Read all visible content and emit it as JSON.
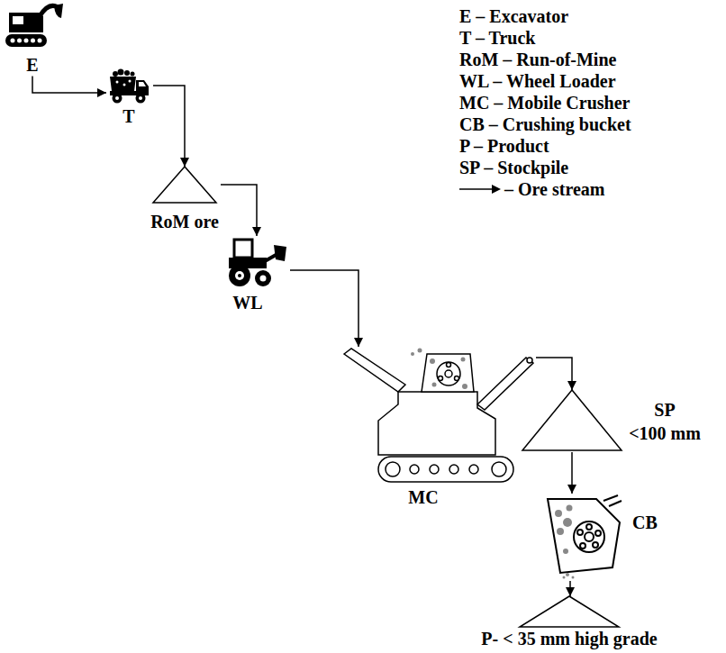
{
  "diagram": {
    "nodes": [
      {
        "text": [
          "E"
        ]
      },
      {
        "text": [
          "T"
        ]
      },
      {
        "text": [
          "RoM ore"
        ]
      },
      {
        "text": [
          "WL"
        ]
      },
      {
        "text": [
          "MC"
        ]
      },
      {
        "text": [
          "SP",
          "<100 mm"
        ]
      },
      {
        "text": [
          "CB"
        ]
      },
      {
        "text": [
          "P- < 35 mm high grade"
        ]
      }
    ],
    "edges": [
      {
        "from": 0,
        "to": 1,
        "arrow": "to"
      },
      {
        "from": 1,
        "to": 2,
        "arrow": "to"
      },
      {
        "from": 2,
        "to": 3,
        "arrow": "to"
      },
      {
        "from": 3,
        "to": 4,
        "arrow": "to"
      },
      {
        "from": 4,
        "to": 5,
        "arrow": "to"
      },
      {
        "from": 5,
        "to": 6,
        "arrow": "to"
      },
      {
        "from": 6,
        "to": 7,
        "arrow": "to"
      }
    ],
    "labels": [
      "E – Excavator",
      "T – Truck",
      "RoM – Run-of-Mine",
      "WL – Wheel Loader",
      "MC – Mobile Crusher",
      "CB – Crushing bucket",
      "P – Product",
      "SP – Stockpile"
    ],
    "legend": [
      {
        "text": "– Ore stream"
      }
    ]
  }
}
